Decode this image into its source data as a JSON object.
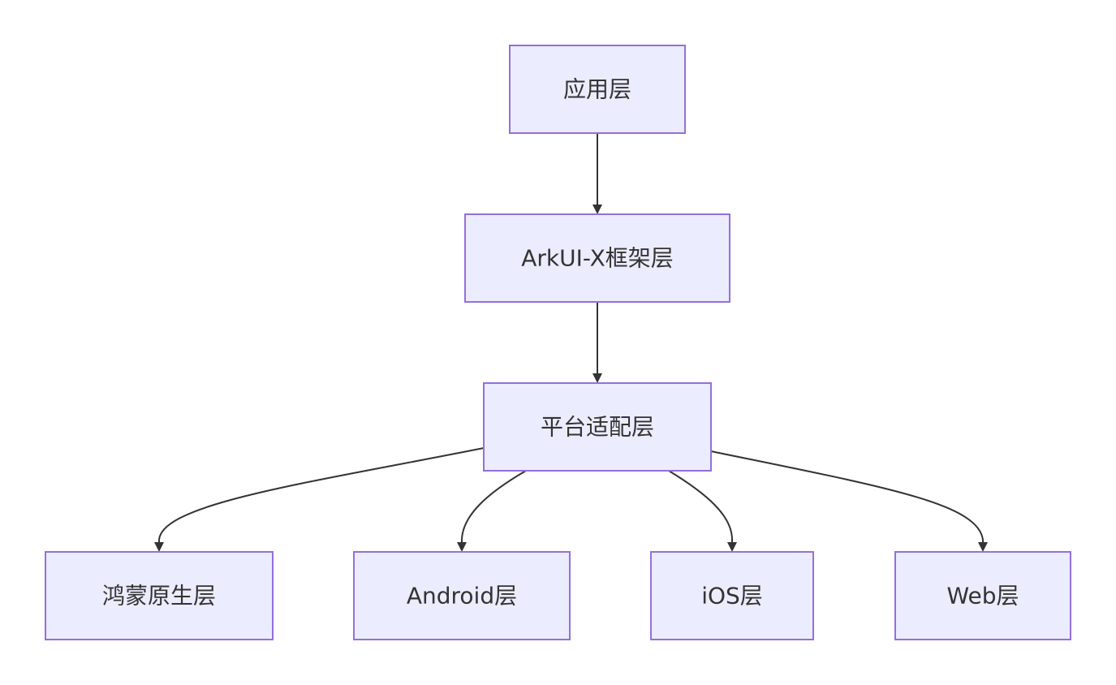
{
  "diagram": {
    "nodes": {
      "app": "应用层",
      "arkui": "ArkUI-X框架层",
      "adapter": "平台适配层",
      "harmony": "鸿蒙原生层",
      "android": "Android层",
      "ios": "iOS层",
      "web": "Web层"
    },
    "edges": [
      {
        "from": "app",
        "to": "arkui"
      },
      {
        "from": "arkui",
        "to": "adapter"
      },
      {
        "from": "adapter",
        "to": "harmony"
      },
      {
        "from": "adapter",
        "to": "android"
      },
      {
        "from": "adapter",
        "to": "ios"
      },
      {
        "from": "adapter",
        "to": "web"
      }
    ],
    "colors": {
      "node_fill": "#ececff",
      "node_stroke": "#9370db",
      "edge": "#333333",
      "text": "#333333"
    }
  }
}
